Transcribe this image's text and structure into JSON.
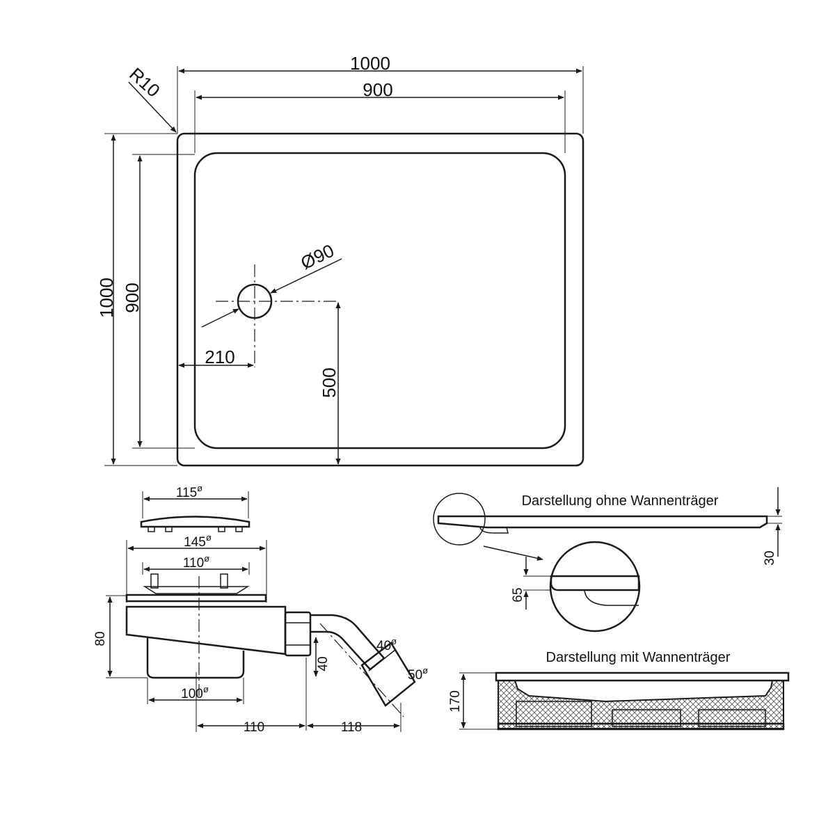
{
  "plan": {
    "outer_width": "1000",
    "inner_width": "900",
    "outer_height": "1000",
    "inner_height": "900",
    "corner_radius": "R10",
    "drain_diameter": "Ø90",
    "drain_offset_x": "210",
    "drain_offset_y": "500"
  },
  "drain": {
    "cover_diameter": "115",
    "body_width": "145",
    "flange_width": "110",
    "height": "80",
    "bowl_diameter": "100",
    "outlet_height": "40",
    "pipe_inner": "40",
    "pipe_outer": "50",
    "outlet_distance_1": "110",
    "outlet_distance_2": "118",
    "diameter_symbol": "ø"
  },
  "section_without": {
    "title": "Darstellung ohne Wannenträger",
    "thickness": "30",
    "detail_height": "65"
  },
  "section_with": {
    "title": "Darstellung mit Wannenträger",
    "height": "170"
  }
}
